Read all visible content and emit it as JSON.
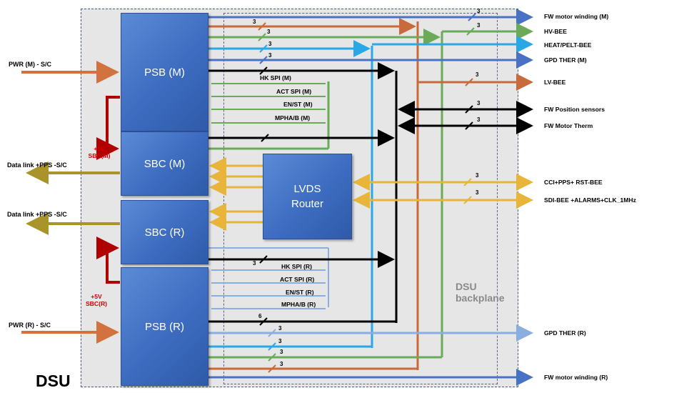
{
  "title": "DSU",
  "backplane_label": {
    "line1": "DSU",
    "line2": "backplane"
  },
  "blocks": {
    "psb_m": "PSB (M)",
    "sbc_m": "SBC (M)",
    "sbc_r": "SBC (R)",
    "psb_r": "PSB (R)",
    "lvds_line1": "LVDS",
    "lvds_line2": "Router"
  },
  "left_labels": {
    "pwr_m": "PWR (M) - S/C",
    "data_link_m": "Data link +PPS -S/C",
    "data_link_r": "Data link +PPS -S/C",
    "pwr_r": "PWR (R) - S/C"
  },
  "red_labels": {
    "sbc_m_line1": "+5V",
    "sbc_m_line2": "SBC(M)",
    "sbc_r_line1": "+5V",
    "sbc_r_line2": "SBC(R)"
  },
  "right_labels": {
    "fw_motor_winding_m": "FW motor winding (M)",
    "hv_bee": "HV-BEE",
    "heat_pelt_bee": "HEAT/PELT-BEE",
    "gpd_ther_m": "GPD THER (M)",
    "lv_bee": "LV-BEE",
    "fw_position_sensors": "FW Position sensors",
    "fw_motor_therm": "FW Motor Therm",
    "cci_pps_rst_bee": "CCI+PPS+ RST-BEE",
    "sdi_bee": "SDI-BEE +ALARMS+CLK_1MHz",
    "gpd_ther_r": "GPD THER (R)",
    "fw_motor_winding_r": "FW motor winding (R)"
  },
  "bus_labels": {
    "hk_spi_m": "HK SPI (M)",
    "act_spi_m": "ACT SPI (M)",
    "en_st_m": "EN/ST (M)",
    "mpha_b_m": "MPHA/B (M)",
    "hk_spi_r": "HK SPI (R)",
    "act_spi_r": "ACT SPI (R)",
    "en_st_r": "EN/ST (R)",
    "mpha_b_r": "MPHA/B (R)"
  },
  "line_counts": {
    "fw_motor_winding_m": "3",
    "lv_bee_top": "3",
    "hv_bee": "3",
    "heat_pelt": "3",
    "gpd_ther_m": "3",
    "gpd_ther_m_2": "3",
    "lv_bee": "3",
    "fw_position": "3",
    "fw_motor_therm": "3",
    "cci": "3",
    "sdi": "3",
    "hk_spi_r": "3",
    "psb_r_black": "6",
    "gpd_ther_r": "3",
    "heat_r": "3",
    "hv_r": "3",
    "lv_r": "3"
  },
  "colors": {
    "blue_dark": "#4a72c4",
    "orange": "#c86a3a",
    "green": "#6aaa58",
    "cyan": "#29a8e6",
    "black": "#000000",
    "yellow": "#e8b43a",
    "red": "#b00000",
    "light_blue": "#8aaee0",
    "pwr_orange": "#d2723e",
    "data_olive": "#a8942a"
  }
}
